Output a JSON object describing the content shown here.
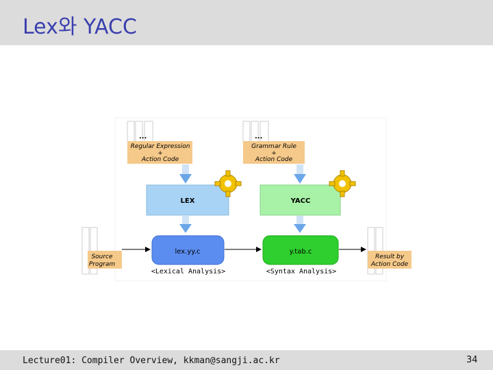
{
  "slide": {
    "title": "Lex와 YACC",
    "footer": "Lecture01: Compiler Overview, kkman@sangji.ac.kr",
    "page_number": "34"
  },
  "diagram": {
    "lex_input": {
      "line1": "Regular Expression",
      "line2": "+",
      "line3": "Action Code"
    },
    "yacc_input": {
      "line1": "Grammar Rule",
      "line2": "+",
      "line3": "Action Code"
    },
    "lex_box": "LEX",
    "yacc_box": "YACC",
    "lex_output": "lex.yy.c",
    "yacc_output": "y.tab.c",
    "source": {
      "line1": "Source",
      "line2": "Program"
    },
    "result": {
      "line1": "Result by",
      "line2": "Action Code"
    },
    "lex_caption": "<Lexical Analysis>",
    "yacc_caption": "<Syntax Analysis>",
    "doc_marker": "...",
    "colors": {
      "title": "#3a3fae",
      "bar": "#dcdcdc",
      "doc_label": "#f5c98a",
      "lex_box": "#a9d3f5",
      "yacc_box": "#a8f2a8",
      "lex_out": "#5b8cf0",
      "yacc_out": "#2ecf2e",
      "gear": "#f2c200",
      "arrow": "#6aa6e8"
    },
    "icons": [
      "gear-icon",
      "document-stack-icon",
      "arrow-down-icon",
      "arrow-right-icon"
    ]
  }
}
